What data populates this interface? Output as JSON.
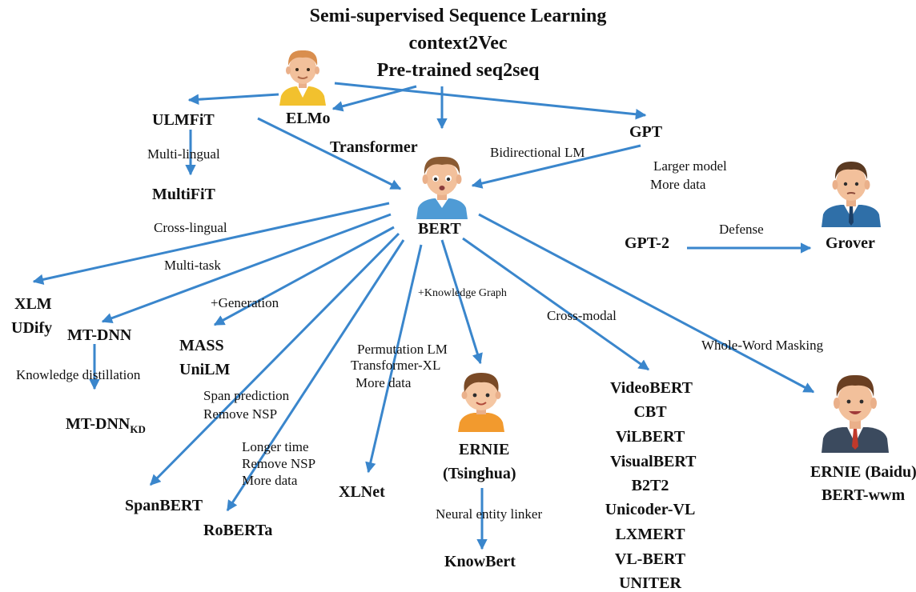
{
  "title_lines": [
    "Semi-supervised Sequence Learning",
    "context2Vec",
    "Pre-trained seq2seq"
  ],
  "arrow_color": "#3a86cc",
  "models": {
    "elmo": "ELMo",
    "ulmfit": "ULMFiT",
    "multifit": "MultiFiT",
    "transformer": "Transformer",
    "gpt": "GPT",
    "bert": "BERT",
    "gpt2": "GPT-2",
    "grover": "Grover",
    "xlm": "XLM",
    "udify": "UDify",
    "mtdnn": "MT-DNN",
    "mtdnn_kd": "MT-DNN",
    "mtdnn_kd_sub": "KD",
    "mass": "MASS",
    "unilm": "UniLM",
    "spanbert": "SpanBERT",
    "roberta": "RoBERTa",
    "xlnet": "XLNet",
    "ernie_tsinghua": "ERNIE",
    "ernie_tsinghua_sub": "(Tsinghua)",
    "knowbert": "KnowBert",
    "cross_modal": [
      "VideoBERT",
      "CBT",
      "ViLBERT",
      "VisualBERT",
      "B2T2",
      "Unicoder-VL",
      "LXMERT",
      "VL-BERT",
      "UNITER"
    ],
    "ernie_baidu": "ERNIE (Baidu)",
    "bert_wwm": "BERT-wwm"
  },
  "edge_labels": {
    "multi_lingual": "Multi-lingual",
    "bidirectional_lm": "Bidirectional LM",
    "larger_model": "Larger model",
    "more_data": "More data",
    "defense": "Defense",
    "cross_lingual": "Cross-lingual",
    "multi_task": "Multi-task",
    "generation": "+Generation",
    "knowledge_graph": "+Knowledge Graph",
    "cross_modal": "Cross-modal",
    "whole_word_masking": "Whole-Word Masking",
    "knowledge_distillation": "Knowledge distillation",
    "permutation_lm": "Permutation LM",
    "transformer_xl": "Transformer-XL",
    "xlnet_more_data": "More data",
    "span_prediction": "Span prediction",
    "remove_nsp_span": "Remove NSP",
    "longer_time": "Longer time",
    "remove_nsp_roberta": "Remove NSP",
    "roberta_more_data": "More data",
    "neural_entity_linker": "Neural entity linker"
  }
}
